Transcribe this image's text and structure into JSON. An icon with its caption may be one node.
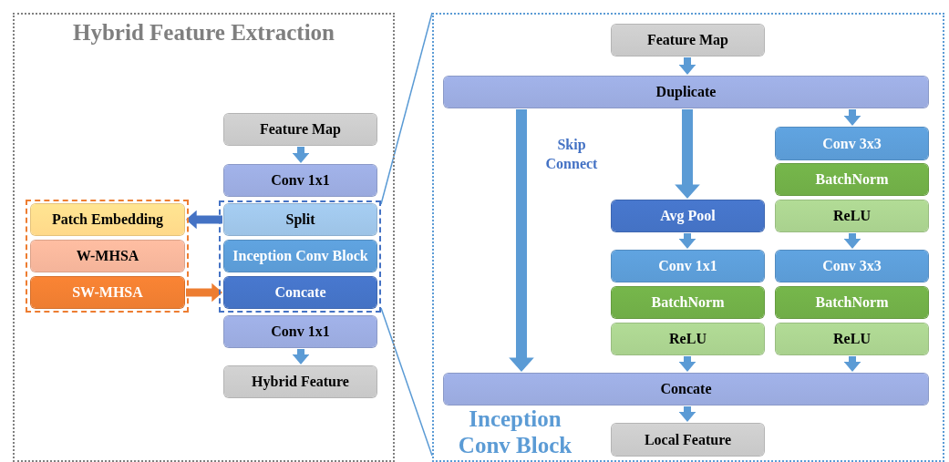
{
  "diagram": {
    "nodes": [
      {
        "text": [
          "Hybrid Feature Extraction"
        ]
      },
      {
        "text": [
          "Feature Map"
        ],
        "in": 0
      },
      {
        "text": [
          "Conv 1x1"
        ],
        "in": 0
      },
      {
        "text": [],
        "shape": "box",
        "in": 0
      },
      {
        "text": [
          "Split"
        ],
        "in": 3
      },
      {
        "text": [
          "Inception Conv Block"
        ],
        "in": 3
      },
      {
        "text": [
          "Concate"
        ],
        "in": 3
      },
      {
        "text": [
          "Conv 1x1"
        ],
        "in": 0
      },
      {
        "text": [
          "Hybrid Feature"
        ],
        "in": 0
      },
      {
        "text": [],
        "shape": "box",
        "in": 0
      },
      {
        "text": [
          "Patch Embedding"
        ],
        "in": 9
      },
      {
        "text": [
          "W-MHSA"
        ],
        "in": 9
      },
      {
        "text": [
          "SW-MHSA"
        ],
        "in": 9
      },
      {
        "text": [
          "Inception Conv Block"
        ]
      },
      {
        "text": [
          "Feature Map"
        ],
        "in": 13
      },
      {
        "text": [
          "Duplicate"
        ],
        "in": 13
      },
      {
        "text": [
          "Conv 3x3"
        ],
        "in": 13
      },
      {
        "text": [
          "BatchNorm"
        ],
        "in": 13
      },
      {
        "text": [
          "ReLU"
        ],
        "in": 13
      },
      {
        "text": [
          "Avg Pool"
        ],
        "in": 13
      },
      {
        "text": [
          "Conv 1x1"
        ],
        "in": 13
      },
      {
        "text": [
          "BatchNorm"
        ],
        "in": 13
      },
      {
        "text": [
          "ReLU"
        ],
        "in": 13
      },
      {
        "text": [
          "Conv 3x3"
        ],
        "in": 13
      },
      {
        "text": [
          "BatchNorm"
        ],
        "in": 13
      },
      {
        "text": [
          "ReLU"
        ],
        "in": 13
      },
      {
        "text": [
          "Concate"
        ],
        "in": 13
      },
      {
        "text": [
          "Local Feature"
        ],
        "in": 13
      }
    ],
    "edges": [
      {
        "from": 1,
        "to": 2,
        "arrow": "to"
      },
      {
        "from": 7,
        "to": 8,
        "arrow": "to"
      },
      {
        "from": 4,
        "to": 10,
        "arrow": "to",
        "color": "#4472c4"
      },
      {
        "from": 12,
        "to": 6,
        "arrow": "to",
        "color": "#ed7d31"
      },
      {
        "from": 14,
        "to": 15,
        "arrow": "to"
      },
      {
        "from": 15,
        "to": 16,
        "arrow": "to"
      },
      {
        "from": 15,
        "to": 19,
        "arrow": "to"
      },
      {
        "from": 15,
        "to": 26,
        "arrow": "to",
        "label": "Skip Connect"
      },
      {
        "from": 19,
        "to": 20,
        "arrow": "to"
      },
      {
        "from": 18,
        "to": 23,
        "arrow": "to"
      },
      {
        "from": 22,
        "to": 26,
        "arrow": "to"
      },
      {
        "from": 25,
        "to": 26,
        "arrow": "to"
      },
      {
        "from": 26,
        "to": 27,
        "arrow": "to"
      },
      {
        "from": 3,
        "to": 13,
        "arrow": "none"
      },
      {
        "from": 3,
        "to": 13,
        "arrow": "none"
      }
    ]
  }
}
